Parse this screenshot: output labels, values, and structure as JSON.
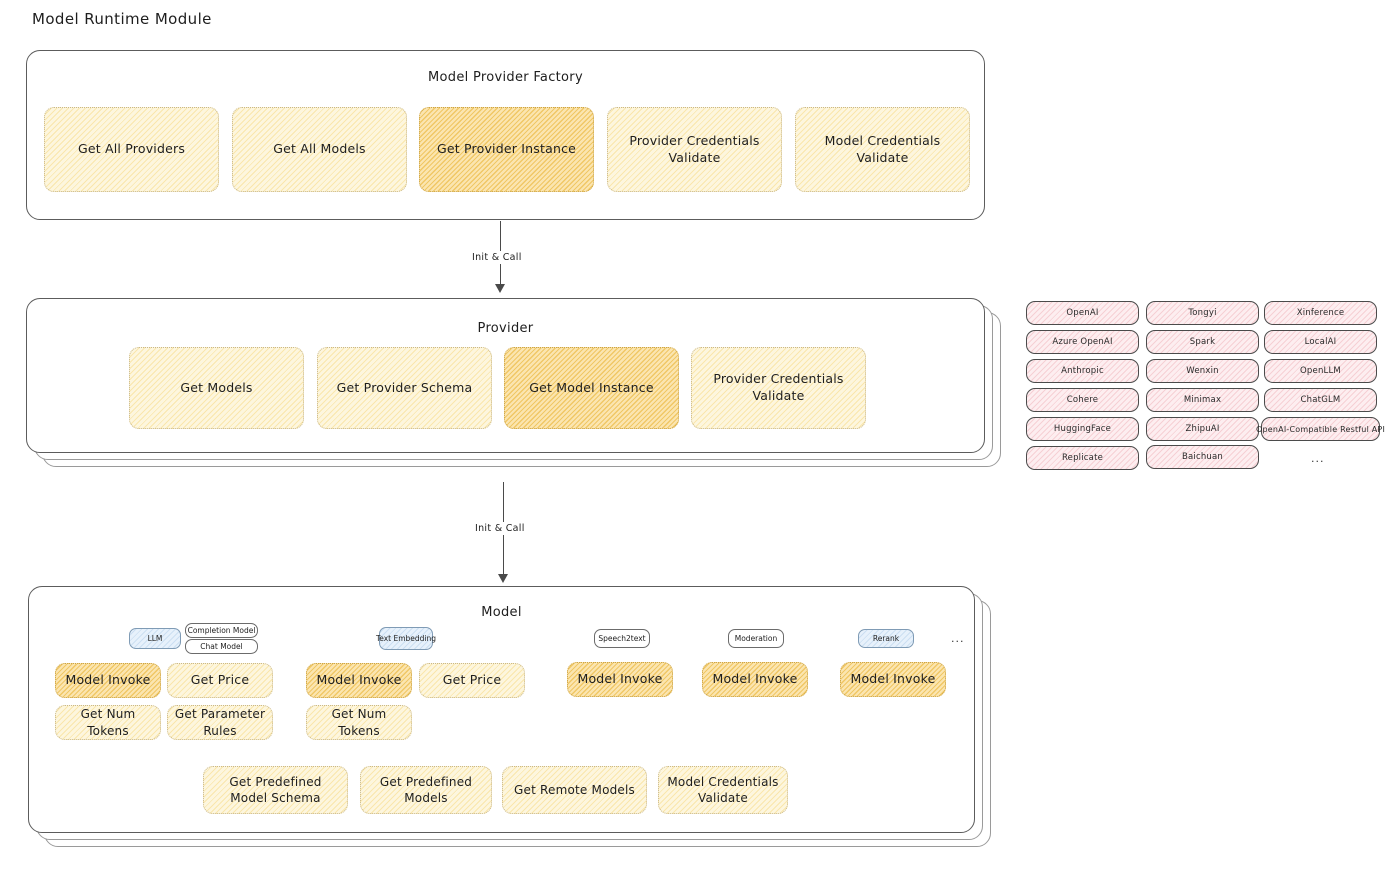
{
  "page": {
    "title": "Model Runtime Module"
  },
  "arrows": [
    {
      "label": "Init & Call"
    },
    {
      "label": "Init & Call"
    }
  ],
  "factory": {
    "title": "Model Provider Factory",
    "nodes": [
      {
        "label": "Get All Providers",
        "style": "light"
      },
      {
        "label": "Get All Models",
        "style": "light"
      },
      {
        "label": "Get Provider Instance",
        "style": "amber"
      },
      {
        "label": "Provider Credentials Validate",
        "style": "light"
      },
      {
        "label": "Model Credentials Validate",
        "style": "light"
      }
    ]
  },
  "provider": {
    "title": "Provider",
    "nodes": [
      {
        "label": "Get Models",
        "style": "light"
      },
      {
        "label": "Get Provider Schema",
        "style": "light"
      },
      {
        "label": "Get Model Instance",
        "style": "amber"
      },
      {
        "label": "Provider Credentials Validate",
        "style": "light"
      }
    ]
  },
  "provider_list": {
    "columns": [
      [
        "OpenAI",
        "Azure OpenAI",
        "Anthropic",
        "Cohere",
        "HuggingFace",
        "Replicate"
      ],
      [
        "Tongyi",
        "Spark",
        "Wenxin",
        "Minimax",
        "ZhipuAI",
        "Baichuan"
      ],
      [
        "Xinference",
        "LocalAI",
        "OpenLLM",
        "ChatGLM",
        "OpenAI-Compatible Restful API"
      ]
    ],
    "more": "..."
  },
  "model": {
    "title": "Model",
    "more": "...",
    "types": [
      {
        "badge": "LLM",
        "badge_style": "blue",
        "sub_badges": [
          "Completion Model",
          "Chat Model"
        ],
        "ops": [
          {
            "label": "Model Invoke",
            "style": "amber"
          },
          {
            "label": "Get Price",
            "style": "light"
          },
          {
            "label": "Get Num Tokens",
            "style": "light"
          },
          {
            "label": "Get Parameter Rules",
            "style": "light"
          }
        ]
      },
      {
        "badge": "Text Embedding",
        "badge_style": "blue",
        "sub_badges": [],
        "ops": [
          {
            "label": "Model Invoke",
            "style": "amber"
          },
          {
            "label": "Get Price",
            "style": "light"
          },
          {
            "label": "Get Num Tokens",
            "style": "light"
          }
        ]
      },
      {
        "badge": "Speech2text",
        "badge_style": "plain",
        "sub_badges": [],
        "ops": [
          {
            "label": "Model Invoke",
            "style": "amber"
          }
        ]
      },
      {
        "badge": "Moderation",
        "badge_style": "plain",
        "sub_badges": [],
        "ops": [
          {
            "label": "Model Invoke",
            "style": "amber"
          }
        ]
      },
      {
        "badge": "Rerank",
        "badge_style": "blue",
        "sub_badges": [],
        "ops": [
          {
            "label": "Model Invoke",
            "style": "amber"
          }
        ]
      }
    ],
    "common_ops": [
      {
        "label": "Get Predefined Model Schema",
        "style": "light"
      },
      {
        "label": "Get Predefined Models",
        "style": "light"
      },
      {
        "label": "Get Remote Models",
        "style": "light"
      },
      {
        "label": "Model Credentials Validate",
        "style": "light"
      }
    ]
  },
  "colors": {
    "amber_fill": "#fbe5b0",
    "light_fill": "#fdf6de",
    "pink_fill": "#fdeef0",
    "blue_fill": "#e7f1fb",
    "stroke": "#5c5c5c"
  }
}
